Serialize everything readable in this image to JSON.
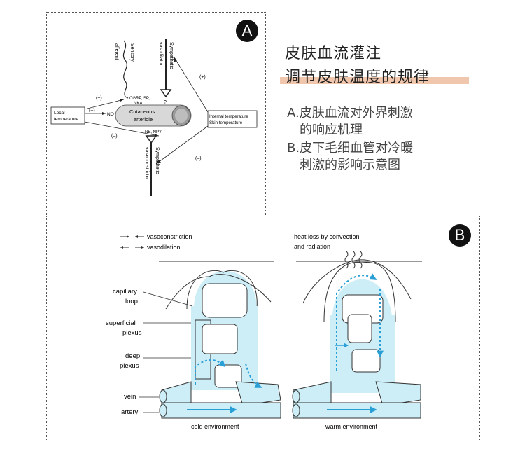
{
  "badges": {
    "a": "A",
    "b": "B"
  },
  "heading": {
    "line1": "皮肤血流灌注",
    "line2": "调节皮肤温度的规律",
    "highlight_color": "#f0c6ad"
  },
  "description": {
    "item_a_line1": "A.皮肤血流对外界刺激",
    "item_a_line2": "的响应机理",
    "item_b_line1": "B.皮下毛细血管对冷暖",
    "item_b_line2": "刺激的影响示意图"
  },
  "diagram_a": {
    "sensory": "Sensory",
    "afferent": "afferent",
    "symp_top_1": "Sympathetic",
    "symp_top_2": "vasodilator",
    "neurotransmitters_top": "CGRP, SP,",
    "neurotransmitters_top_2": "NKA",
    "question": "?",
    "local_1": "Local",
    "local_2": "temperature",
    "no": "NO",
    "vessel_1": "Cutaneous",
    "vessel_2": "arteriole",
    "neurotransmitters_bottom": "NE, NPY",
    "symp_bottom_1": "Sympathetic",
    "symp_bottom_2": "vasoconstrictor",
    "internal_1": "Internal temperature",
    "internal_2": "Skin temperature",
    "plus": "(+)",
    "minus": "(–)"
  },
  "diagram_b": {
    "legend_constriction": "vasoconstriction",
    "legend_dilation": "vasodilation",
    "heat_loss_1": "heat loss by convection",
    "heat_loss_2": "and radiation",
    "capillary_1": "capillary",
    "capillary_2": "loop",
    "superficial_1": "superficial",
    "superficial_2": "plexus",
    "deep_1": "deep",
    "deep_2": "plexus",
    "vein": "vein",
    "artery": "artery",
    "cold": "cold environment",
    "warm": "warm environment",
    "vessel_fill": "#cdeef7",
    "flow_color": "#2a9fd6"
  }
}
